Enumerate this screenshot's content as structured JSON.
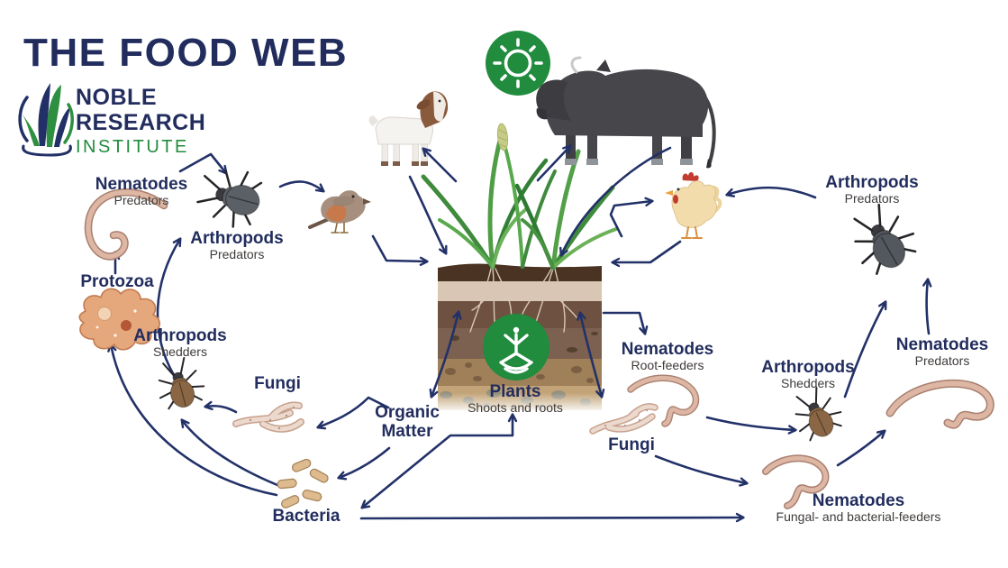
{
  "title": "THE FOOD WEB",
  "logo": {
    "name_top": "NOBLE",
    "name_mid": "RESEARCH",
    "name_bottom": "INSTITUTE"
  },
  "colors": {
    "navy": "#222d5e",
    "arrow": "#223168",
    "green": "#228b3d",
    "sublabel_gray": "#3f3b39"
  },
  "nodes": {
    "nematodes_predators_left": {
      "label": "Nematodes",
      "sublabel": "Predators"
    },
    "arthropods_predators_left": {
      "label": "Arthropods",
      "sublabel": "Predators"
    },
    "protozoa": {
      "label": "Protozoa",
      "sublabel": ""
    },
    "arthropods_shedders_left": {
      "label": "Arthropods",
      "sublabel": "Shedders"
    },
    "fungi_left": {
      "label": "Fungi",
      "sublabel": ""
    },
    "organic_matter": {
      "label": "Organic Matter",
      "sublabel": ""
    },
    "bacteria": {
      "label": "Bacteria",
      "sublabel": ""
    },
    "plants": {
      "label": "Plants",
      "sublabel": "Shoots and roots"
    },
    "nematodes_root_feeders": {
      "label": "Nematodes",
      "sublabel": "Root-feeders"
    },
    "fungi_right": {
      "label": "Fungi",
      "sublabel": ""
    },
    "arthropods_shedders_right": {
      "label": "Arthropods",
      "sublabel": "Shedders"
    },
    "nematodes_predators_right": {
      "label": "Nematodes",
      "sublabel": "Predators"
    },
    "arthropods_predators_right": {
      "label": "Arthropods",
      "sublabel": "Predators"
    },
    "nematodes_fungal_bacterial": {
      "label": "Nematodes",
      "sublabel": "Fungal- and bacterial-feeders"
    }
  },
  "icons": [
    "sun-icon",
    "plant-icon",
    "noble-grass-logo-icon",
    "cow-illustration",
    "goat-illustration",
    "bird-illustration",
    "chicken-illustration",
    "dark-beetle-illustration",
    "brown-beetle-illustration",
    "nematode-worm-illustration",
    "protozoa-illustration",
    "fungal-hyphae-illustration",
    "bacteria-rods-illustration",
    "grass-plant-illustration",
    "soil-profile-illustration"
  ],
  "connections": [
    {
      "from": "nematodes-predators-left",
      "to": "arthropods-predators-left"
    },
    {
      "from": "arthropods-predators-left",
      "to": "bird"
    },
    {
      "from": "bird",
      "to": "soil"
    },
    {
      "from": "goat",
      "to": "soil"
    },
    {
      "from": "plants",
      "to": "goat"
    },
    {
      "from": "plants",
      "to": "cow"
    },
    {
      "from": "cow",
      "to": "soil"
    },
    {
      "from": "plants",
      "to": "chicken"
    },
    {
      "from": "arthropods-predators-right",
      "to": "chicken"
    },
    {
      "from": "chicken",
      "to": "soil"
    },
    {
      "from": "soil-roots",
      "to": "organic-matter",
      "bidirectional": true
    },
    {
      "from": "soil-roots",
      "to": "fungi-right",
      "bidirectional": true
    },
    {
      "from": "plants-roots",
      "to": "nematodes-root-feeders"
    },
    {
      "from": "organic-matter",
      "to": "fungi-left"
    },
    {
      "from": "organic-matter",
      "to": "bacteria"
    },
    {
      "from": "fungi-left",
      "to": "arthropods-shedders-left"
    },
    {
      "from": "bacteria",
      "to": "arthropods-shedders-left"
    },
    {
      "from": "bacteria",
      "to": "protozoa"
    },
    {
      "from": "protozoa",
      "to": "nematodes-predators-left"
    },
    {
      "from": "arthropods-shedders-left",
      "to": "arthropods-predators-left"
    },
    {
      "from": "bacteria",
      "to": "plants",
      "bidirectional": true
    },
    {
      "from": "bacteria",
      "to": "nematodes-fungal-bacterial-feeders"
    },
    {
      "from": "fungi-right",
      "to": "nematodes-fungal-bacterial-feeders"
    },
    {
      "from": "nematodes-root-feeders",
      "to": "arthropods-shedders-right"
    },
    {
      "from": "nematodes-fungal-bacterial-feeders",
      "to": "nematodes-predators-right"
    },
    {
      "from": "arthropods-shedders-right",
      "to": "arthropods-predators-right"
    },
    {
      "from": "nematodes-predators-right",
      "to": "arthropods-predators-right"
    }
  ]
}
